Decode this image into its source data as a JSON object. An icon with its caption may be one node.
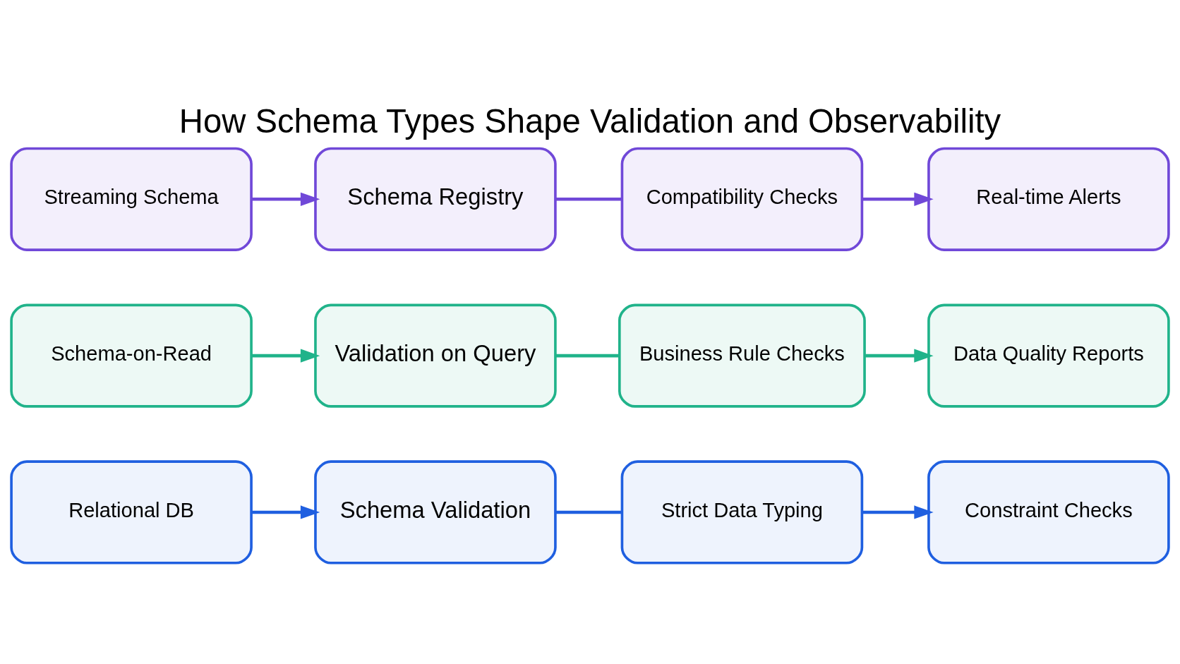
{
  "diagram": {
    "title": "How Schema Types Shape Validation and Observability",
    "nodes": [
      {
        "text": [
          "Relational DB"
        ]
      },
      {
        "text": [
          "Schema Validation"
        ]
      },
      {
        "text": [
          "Strict Data Typing"
        ]
      },
      {
        "text": [
          "Constraint Checks"
        ]
      },
      {
        "text": [
          "Schema-on-Read"
        ]
      },
      {
        "text": [
          "Validation on Query"
        ]
      },
      {
        "text": [
          "Business Rule Checks"
        ]
      },
      {
        "text": [
          "Data Quality Reports"
        ]
      },
      {
        "text": [
          "Streaming Schema"
        ]
      },
      {
        "text": [
          "Schema Registry"
        ]
      },
      {
        "text": [
          "Compatibility Checks"
        ]
      },
      {
        "text": [
          "Real-time Alerts"
        ]
      }
    ],
    "edges": [
      {
        "from": 0,
        "to": 1,
        "arrow": "to",
        "color": "#1f5fe0"
      },
      {
        "from": 1,
        "to": 2,
        "arrow": "none",
        "color": "#1f5fe0"
      },
      {
        "from": 2,
        "to": 3,
        "arrow": "to",
        "color": "#1f5fe0"
      },
      {
        "from": 4,
        "to": 5,
        "arrow": "to",
        "color": "#20b38a"
      },
      {
        "from": 5,
        "to": 6,
        "arrow": "none",
        "color": "#20b38a"
      },
      {
        "from": 6,
        "to": 7,
        "arrow": "to",
        "color": "#20b38a"
      },
      {
        "from": 8,
        "to": 9,
        "arrow": "to",
        "color": "#7048d8"
      },
      {
        "from": 9,
        "to": 10,
        "arrow": "none",
        "color": "#7048d8"
      },
      {
        "from": 10,
        "to": 11,
        "arrow": "to",
        "color": "#7048d8"
      }
    ]
  }
}
